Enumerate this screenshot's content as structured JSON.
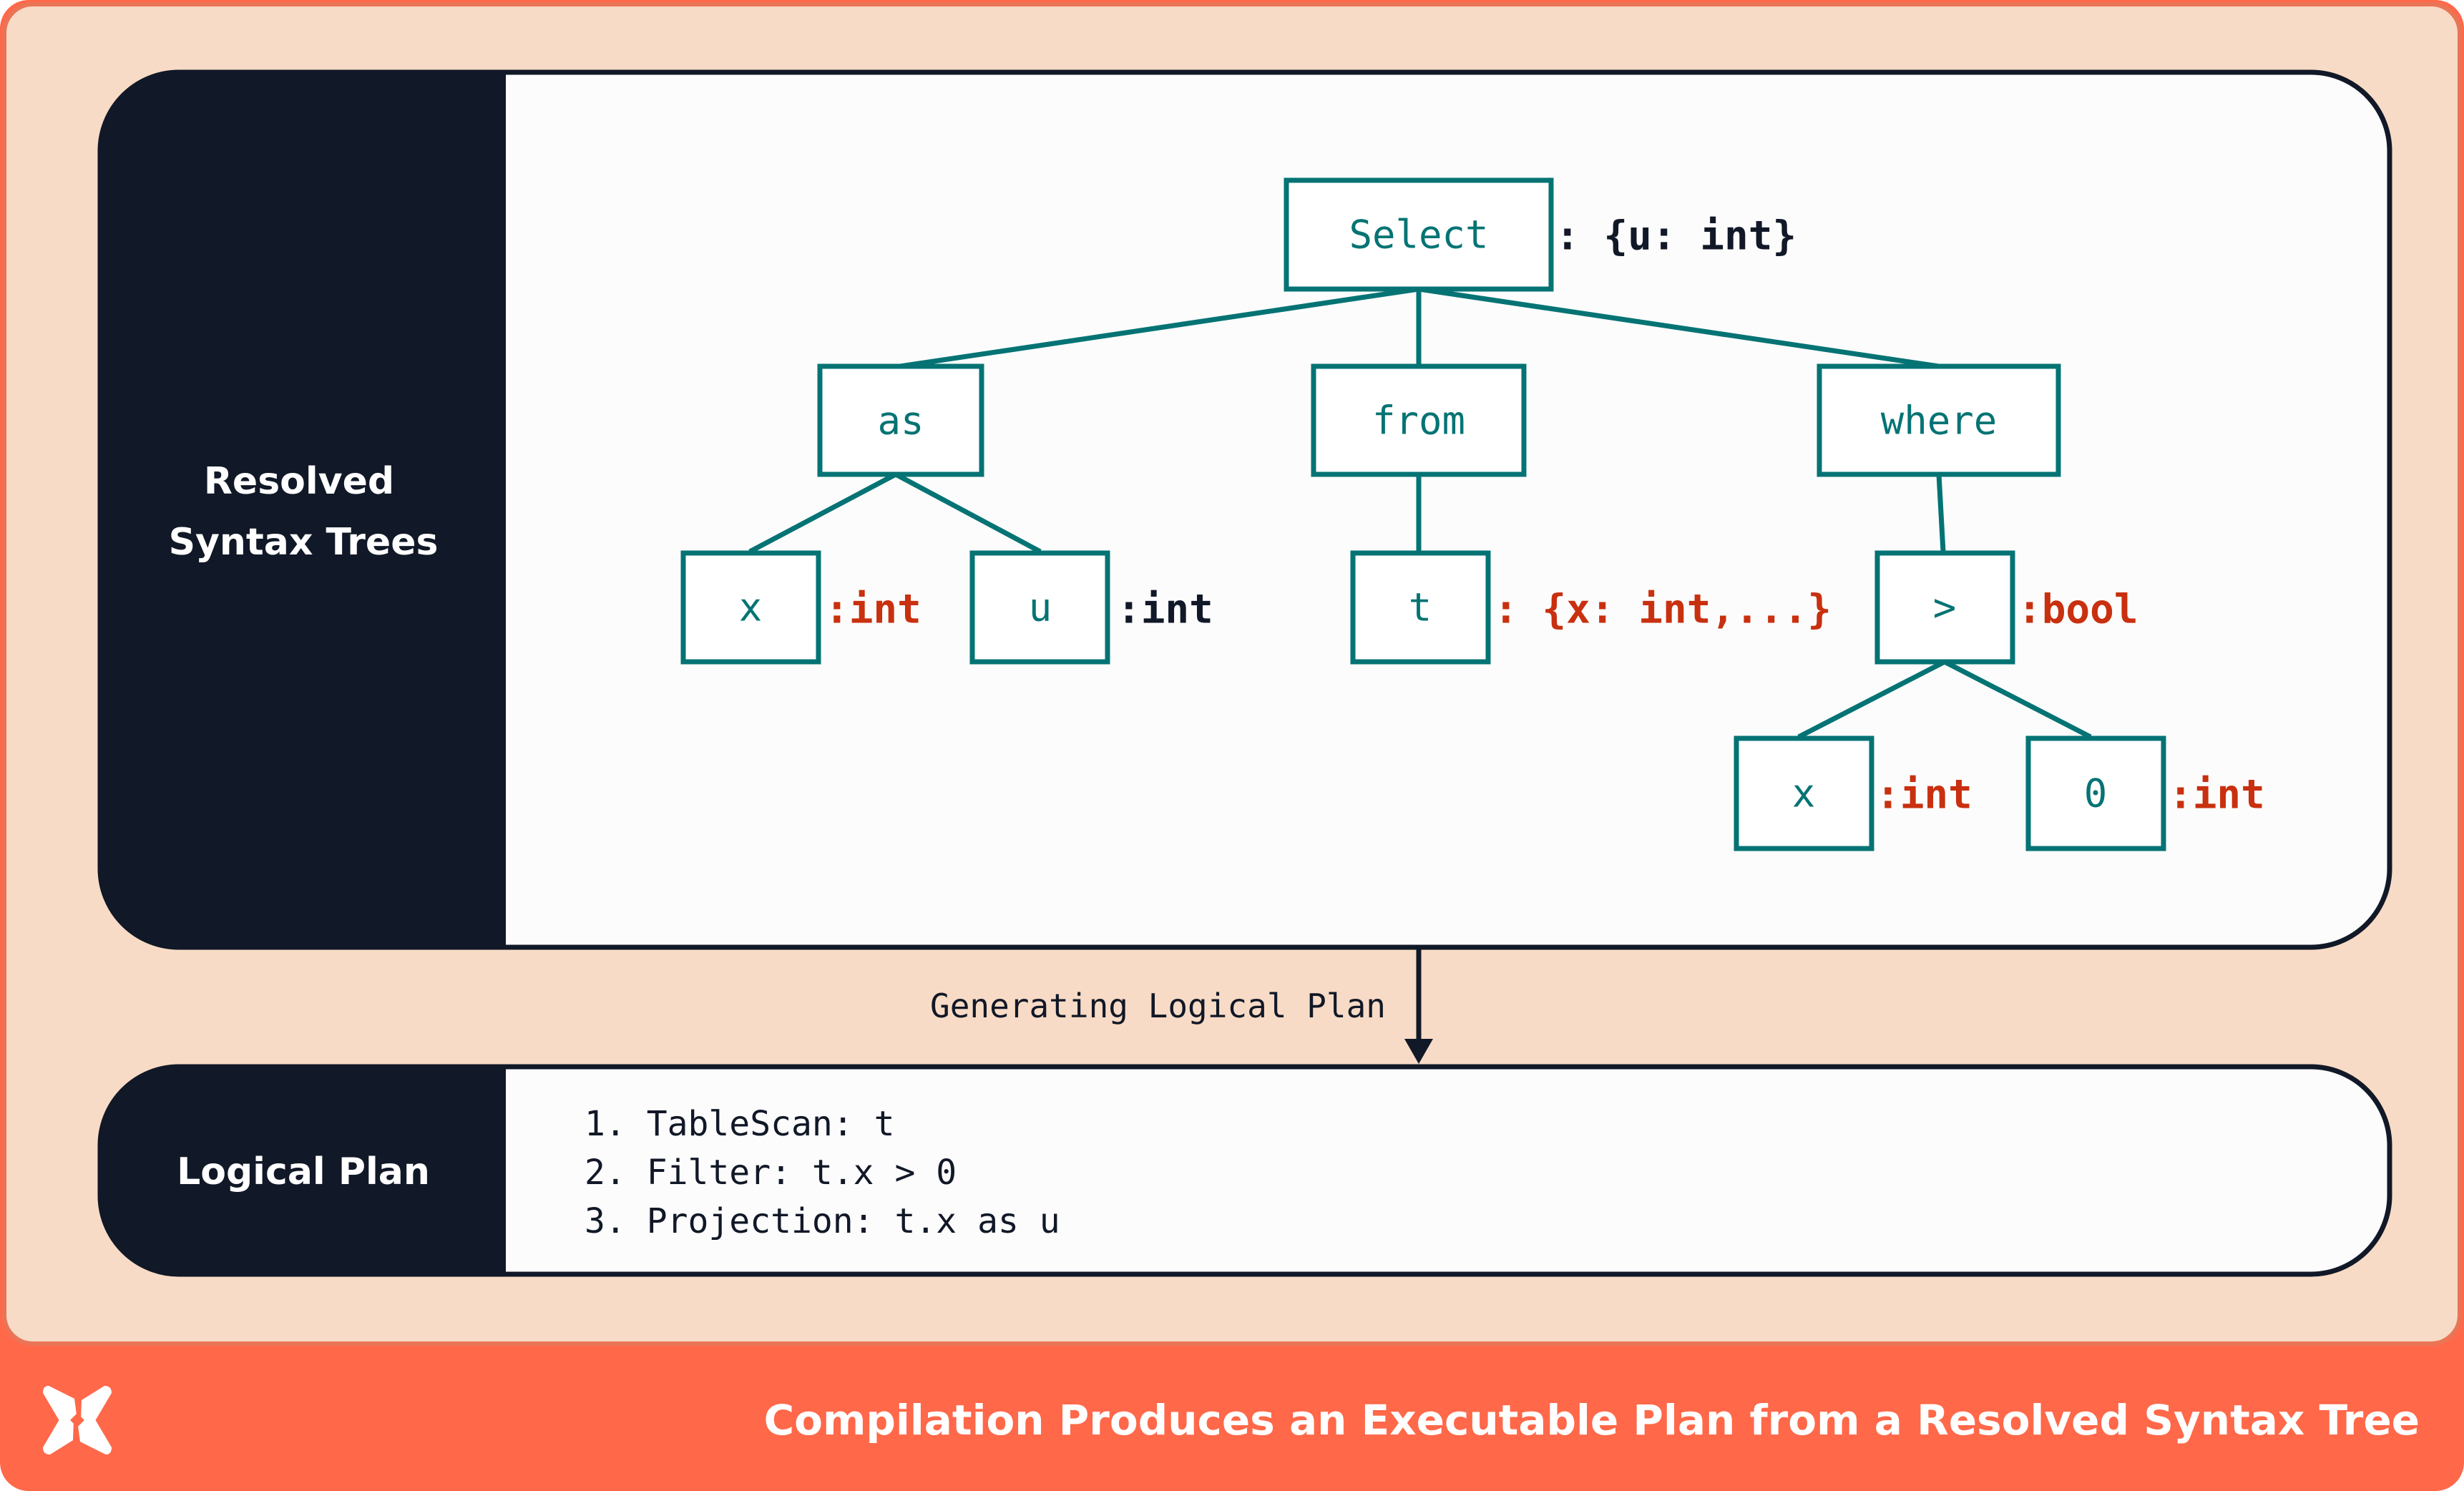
{
  "colors": {
    "accent": "#FF6849",
    "background": "#F8DBC6",
    "panel": "#111827",
    "node": "#057374",
    "type_inferred": "#C8300F",
    "type_given": "#111827"
  },
  "logo_icon": "dbt-logo-icon",
  "top_panel": {
    "title_line1": "Resolved",
    "title_line2": "Syntax Trees"
  },
  "tree": {
    "select": {
      "label": "Select",
      "type": ": {u: int}"
    },
    "as": {
      "label": "as"
    },
    "from": {
      "label": "from"
    },
    "where": {
      "label": "where"
    },
    "x1": {
      "label": "x",
      "type": ":int"
    },
    "u": {
      "label": "u",
      "type": ":int"
    },
    "t": {
      "label": "t",
      "type": ": {x: int,...}"
    },
    "gt": {
      "label": ">",
      "type": ":bool"
    },
    "x2": {
      "label": "x",
      "type": ":int"
    },
    "zero": {
      "label": "0",
      "type": ":int"
    }
  },
  "arrow_label": "Generating Logical Plan",
  "bottom_panel": {
    "title": "Logical Plan",
    "steps": [
      "1. TableScan: t",
      "2. Filter: t.x > 0",
      "3. Projection: t.x as u"
    ]
  },
  "footer": {
    "caption": "Compilation Produces an Executable Plan from a Resolved Syntax Tree"
  }
}
